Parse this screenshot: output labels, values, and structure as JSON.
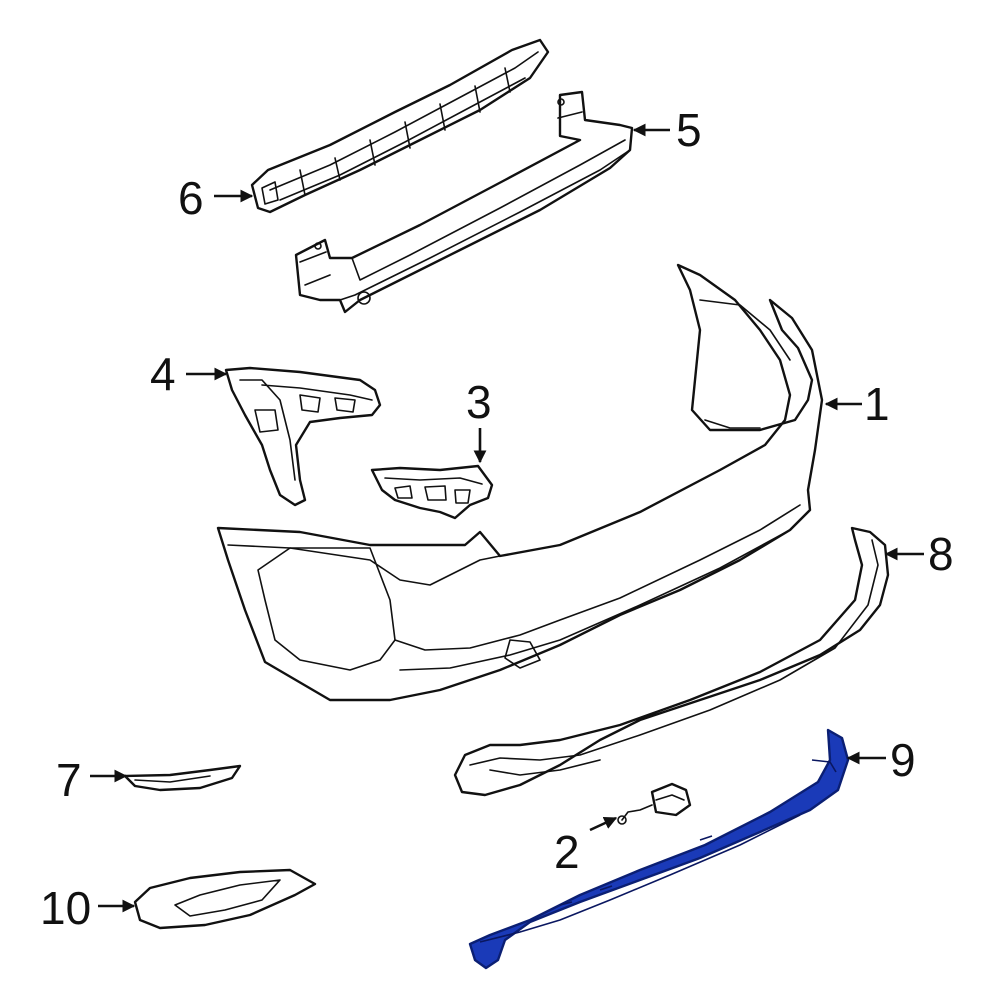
{
  "diagram": {
    "highlight_color": "#1a3ab8",
    "callouts": [
      {
        "number": "1",
        "part": "bumper-cover"
      },
      {
        "number": "2",
        "part": "sensor"
      },
      {
        "number": "3",
        "part": "side-bracket-right"
      },
      {
        "number": "4",
        "part": "side-bracket-left"
      },
      {
        "number": "5",
        "part": "impact-bar"
      },
      {
        "number": "6",
        "part": "energy-absorber"
      },
      {
        "number": "7",
        "part": "reflector-trim-upper"
      },
      {
        "number": "8",
        "part": "lower-valance"
      },
      {
        "number": "9",
        "part": "lower-cover-highlighted"
      },
      {
        "number": "10",
        "part": "reflector-trim-lower"
      }
    ]
  }
}
